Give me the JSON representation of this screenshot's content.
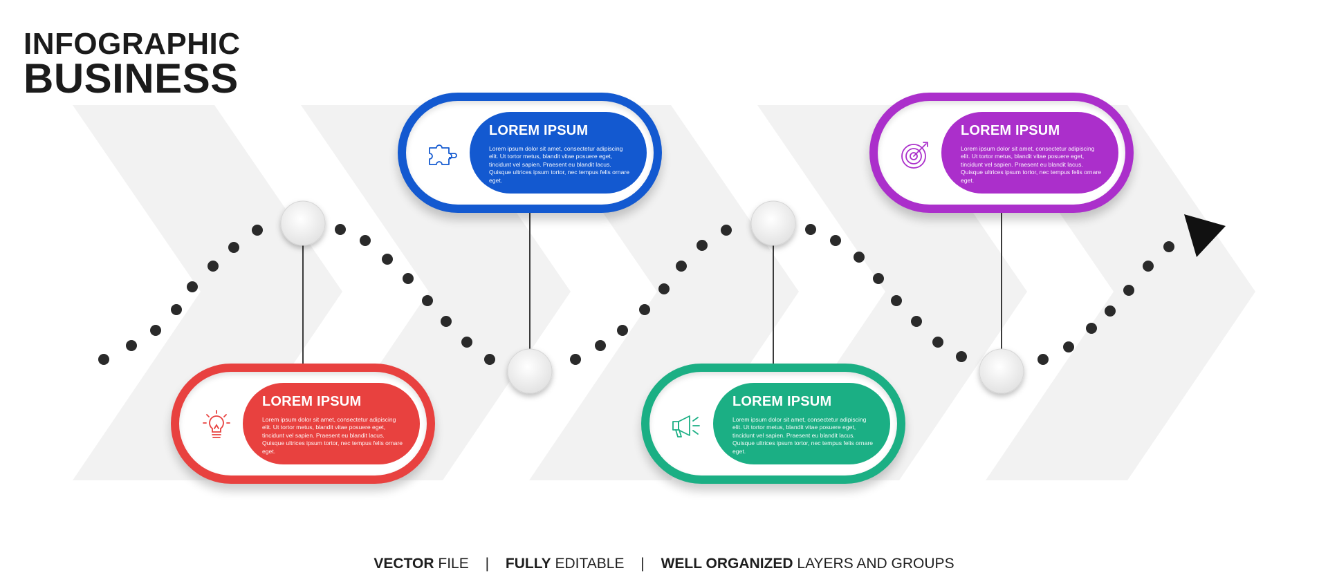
{
  "title": {
    "line1": "INFOGRAPHIC",
    "line2": "BUSINESS"
  },
  "colors": {
    "red": "#E8413F",
    "blue": "#1359D0",
    "green": "#1BAF84",
    "purple": "#AB2FCB",
    "chevron": "#F2F2F2",
    "dots": "#2A2A2A"
  },
  "steps": [
    {
      "heading": "LOREM IPSUM",
      "body": "Lorem ipsum dolor sit amet, consectetur adipiscing elit. Ut tortor metus, blandit vitae posuere eget, tincidunt vel sapien. Praesent eu blandit lacus. Quisque ultrices ipsum tortor, nec tempus felis ornare eget.",
      "color": "#E8413F",
      "icon": "lightbulb-icon"
    },
    {
      "heading": "LOREM IPSUM",
      "body": "Lorem ipsum dolor sit amet, consectetur adipiscing elit. Ut tortor metus, blandit vitae posuere eget, tincidunt vel sapien. Praesent eu blandit lacus. Quisque ultrices ipsum tortor, nec tempus felis ornare eget.",
      "color": "#1359D0",
      "icon": "puzzle-icon"
    },
    {
      "heading": "LOREM IPSUM",
      "body": "Lorem ipsum dolor sit amet, consectetur adipiscing elit. Ut tortor metus, blandit vitae posuere eget, tincidunt vel sapien. Praesent eu blandit lacus. Quisque ultrices ipsum tortor, nec tempus felis ornare eget.",
      "color": "#1BAF84",
      "icon": "megaphone-icon"
    },
    {
      "heading": "LOREM IPSUM",
      "body": "Lorem ipsum dolor sit amet, consectetur adipiscing elit. Ut tortor metus, blandit vitae posuere eget, tincidunt vel sapien. Praesent eu blandit lacus. Quisque ultrices ipsum tortor, nec tempus felis ornare eget.",
      "color": "#AB2FCB",
      "icon": "target-icon"
    }
  ],
  "footer": {
    "part1_bold": "VECTOR",
    "part1_rest": " FILE",
    "separator": "|",
    "part2_bold": "FULLY",
    "part2_rest": " EDITABLE",
    "part3_bold": "WELL ORGANIZED",
    "part3_rest": " LAYERS AND GROUPS"
  }
}
